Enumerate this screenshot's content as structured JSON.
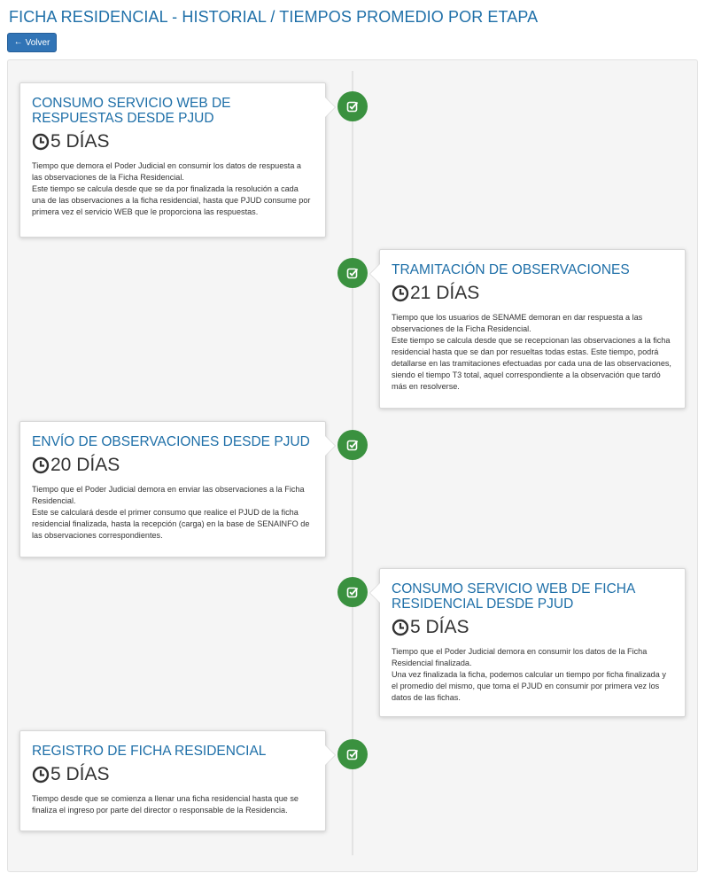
{
  "header": {
    "title": "FICHA RESIDENCIAL - HISTORIAL / TIEMPOS PROMEDIO POR ETAPA",
    "back_label": "Volver"
  },
  "stages": [
    {
      "title": "CONSUMO SERVICIO WEB DE RESPUESTAS DESDE PJUD",
      "duration": "5 DÍAS",
      "description": "Tiempo que demora el Poder Judicial en consumir los datos de respuesta a las observaciones de la Ficha Residencial.\nEste tiempo se calcula desde que se da por finalizada la resolución a cada una de las observaciones a la ficha residencial, hasta que PJUD consume por primera vez el servicio WEB que le proporciona las respuestas.",
      "status_icon": "check-square-icon"
    },
    {
      "title": "TRAMITACIÓN DE OBSERVACIONES",
      "duration": "21 DÍAS",
      "description": "Tiempo que los usuarios de SENAME demoran en dar respuesta a las observaciones de la Ficha Residencial.\nEste tiempo se calcula desde que se recepcionan las observaciones a la ficha residencial hasta que se dan por resueltas todas estas. Este tiempo, podrá detallarse en las tramitaciones efectuadas por cada una de las observaciones, siendo el tiempo T3 total, aquel correspondiente a la observación que tardó más en resolverse.",
      "status_icon": "check-square-icon"
    },
    {
      "title": "ENVÍO DE OBSERVACIONES DESDE PJUD",
      "duration": "20 DÍAS",
      "description": "Tiempo que el Poder Judicial demora en enviar las observaciones a la Ficha Residencial.\nEste se calculará desde el primer consumo que realice el PJUD de la ficha residencial finalizada, hasta la recepción (carga) en la base de SENAINFO de las observaciones correspondientes.",
      "status_icon": "check-square-icon"
    },
    {
      "title": "CONSUMO SERVICIO WEB DE FICHA RESIDENCIAL DESDE PJUD",
      "duration": "5 DÍAS",
      "description": "Tiempo que el Poder Judicial demora en consumir los datos de la Ficha Residencial finalizada.\nUna vez finalizada la ficha, podemos calcular un tiempo por ficha finalizada y el promedio del mismo, que toma el PJUD en consumir por primera vez los datos de las fichas.",
      "status_icon": "check-square-icon"
    },
    {
      "title": "REGISTRO DE FICHA RESIDENCIAL",
      "duration": "5 DÍAS",
      "description": "Tiempo desde que se comienza a llenar una ficha residencial hasta que se finaliza el ingreso por parte del director o responsable de la Residencia.",
      "status_icon": "check-square-icon"
    }
  ],
  "colors": {
    "accent": "#1e6fa8",
    "badge": "#3a913f",
    "button": "#3174b6"
  }
}
